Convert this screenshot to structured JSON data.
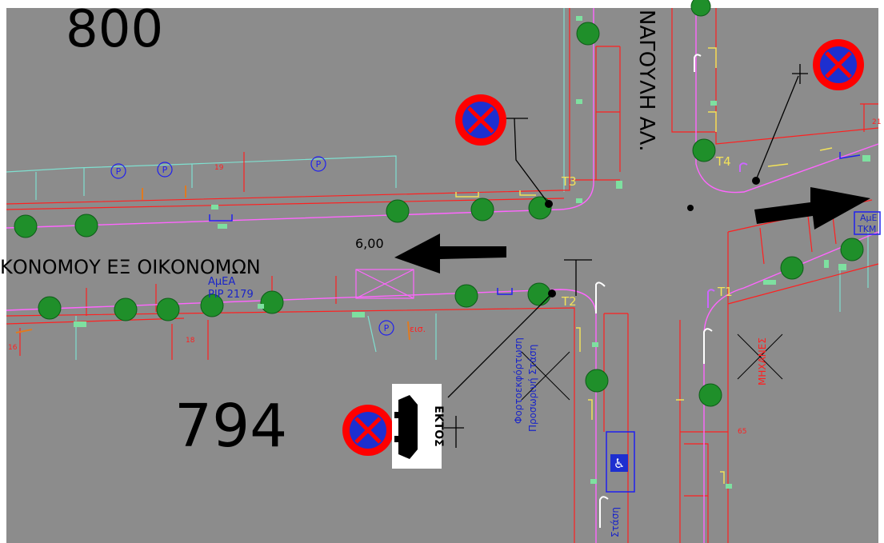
{
  "map": {
    "blocks": {
      "north_west": "800",
      "south_west": "794"
    },
    "streets": {
      "horizontal": "ΚΟΝΟΜΟΥ ΕΞ ΟΙΚΟΝΟΜΩΝ",
      "vertical": "ΝΑΓΟΥΛΗ ΑΛ."
    },
    "labels": {
      "width": "6,00",
      "disabled_parking": "ΑμΕΑ",
      "disabled_parking_ref": "PIP 2179",
      "loading_zone": "Φορτοεκφόρτωση",
      "loading_zone_2": "Προσωρινή Στάση",
      "motorcycles": "ΜΗΧΑΝΕΣ",
      "entrance": "εισ.",
      "bottom_stop": "Στάση",
      "edge_right_1": "ΑμΕ",
      "edge_right_2": "ΤΚΜ",
      "sign_text": "ΕΚΤΟΣ",
      "parking_symbol": "P"
    },
    "lot_numbers": [
      "19",
      "18",
      "16",
      "65",
      "21"
    ],
    "markers": [
      "Τ1",
      "Τ2",
      "Τ3",
      "Τ4"
    ],
    "colors": {
      "background": "#8c8c8c",
      "red_line": "#ff2020",
      "magenta_line": "#ff66ff",
      "cyan_line": "#7fe0d0",
      "tree": "#1f8f2a",
      "sign_red": "#ff0000",
      "sign_blue": "#1d2fd0",
      "text_blue": "#1a25c8",
      "marker_yellow": "#f2e25a"
    }
  }
}
